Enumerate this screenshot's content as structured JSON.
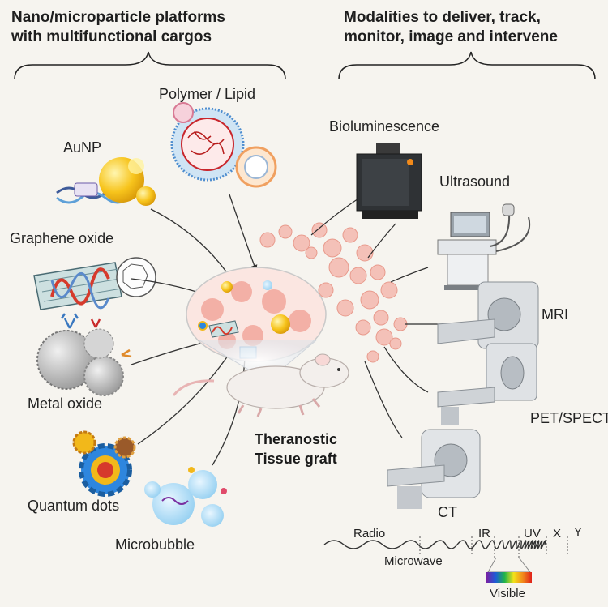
{
  "headers": {
    "left_line1": "Nano/microparticle platforms",
    "left_line2": "with multifunctional cargos",
    "right_line1": "Modalities to deliver, track,",
    "right_line2": "monitor, image and intervene"
  },
  "platforms": {
    "polymer_lipid": "Polymer / Lipid",
    "aunp": "AuNP",
    "graphene_oxide": "Graphene oxide",
    "metal_oxide": "Metal oxide",
    "quantum_dots": "Quantum dots",
    "microbubble": "Microbubble"
  },
  "center": {
    "line1": "Theranostic",
    "line2": "Tissue graft"
  },
  "modalities": {
    "bioluminescence": "Bioluminescence",
    "ultrasound": "Ultrasound",
    "mri": "MRI",
    "pet_spect": "PET/SPECT",
    "ct": "CT"
  },
  "spectrum": {
    "radio": "Radio",
    "microwave": "Microwave",
    "ir": "IR",
    "uv": "UV",
    "x": "X",
    "y": "Y",
    "visible": "Visible"
  }
}
